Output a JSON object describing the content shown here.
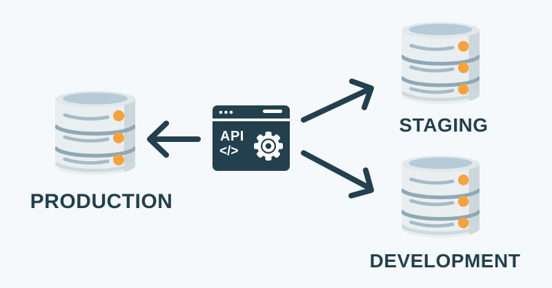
{
  "diagram": {
    "type": "api-deployment-flow",
    "nodes": {
      "api": {
        "label": "API",
        "code_label": "</>",
        "icon": "api-browser-icon"
      },
      "production": {
        "label": "PRODUCTION",
        "icon": "database-icon"
      },
      "staging": {
        "label": "STAGING",
        "icon": "database-icon"
      },
      "development": {
        "label": "DEVELOPMENT",
        "icon": "database-icon"
      }
    },
    "edges": [
      {
        "from": "api",
        "to": "production",
        "icon": "arrow-icon"
      },
      {
        "from": "api",
        "to": "staging",
        "icon": "arrow-icon"
      },
      {
        "from": "api",
        "to": "development",
        "icon": "arrow-icon"
      }
    ],
    "colors": {
      "background": "#f5f9fb",
      "dark": "#22404d",
      "accent_orange": "#f8a23c",
      "db_body": "#e9eef1",
      "db_rim": "#e1e8ec",
      "db_top": "#b6cbd5",
      "db_divider": "#8ea9b5",
      "db_line": "#a4bcc6",
      "db_shade": "#ccd7dc",
      "db_bottom": "#cfdade",
      "icon_text": "#ffffff"
    }
  }
}
